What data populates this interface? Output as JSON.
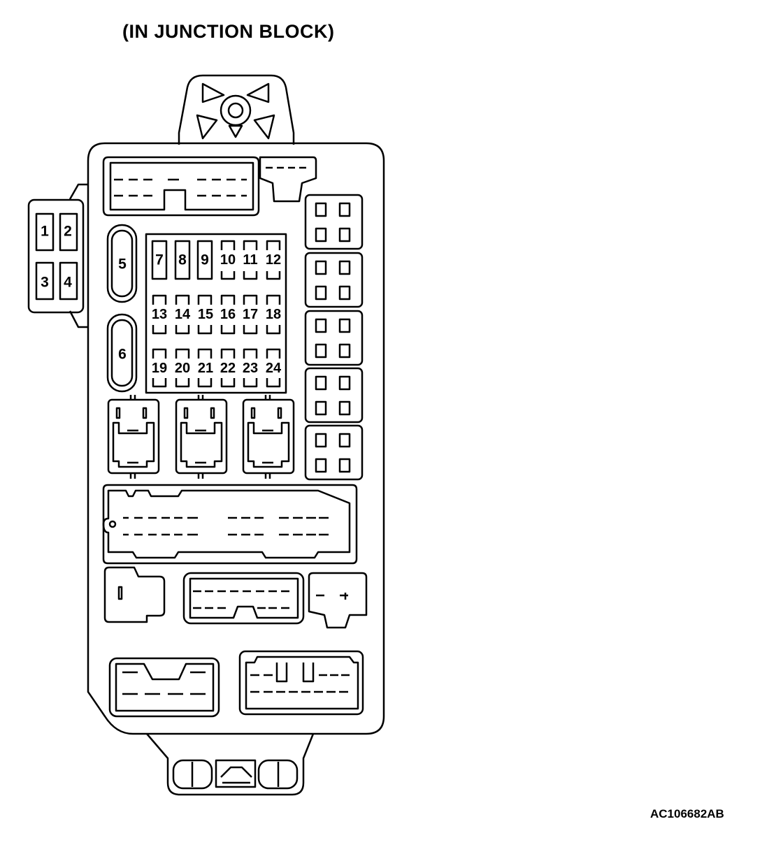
{
  "title": "(IN JUNCTION BLOCK)",
  "figure_code": "AC106682AB",
  "fuses": [
    {
      "number": "1"
    },
    {
      "number": "2"
    },
    {
      "number": "3"
    },
    {
      "number": "4"
    },
    {
      "number": "5"
    },
    {
      "number": "6"
    },
    {
      "number": "7"
    },
    {
      "number": "8"
    },
    {
      "number": "9"
    },
    {
      "number": "10"
    },
    {
      "number": "11"
    },
    {
      "number": "12"
    },
    {
      "number": "13"
    },
    {
      "number": "14"
    },
    {
      "number": "15"
    },
    {
      "number": "16"
    },
    {
      "number": "17"
    },
    {
      "number": "18"
    },
    {
      "number": "19"
    },
    {
      "number": "20"
    },
    {
      "number": "21"
    },
    {
      "number": "22"
    },
    {
      "number": "23"
    },
    {
      "number": "24"
    }
  ]
}
